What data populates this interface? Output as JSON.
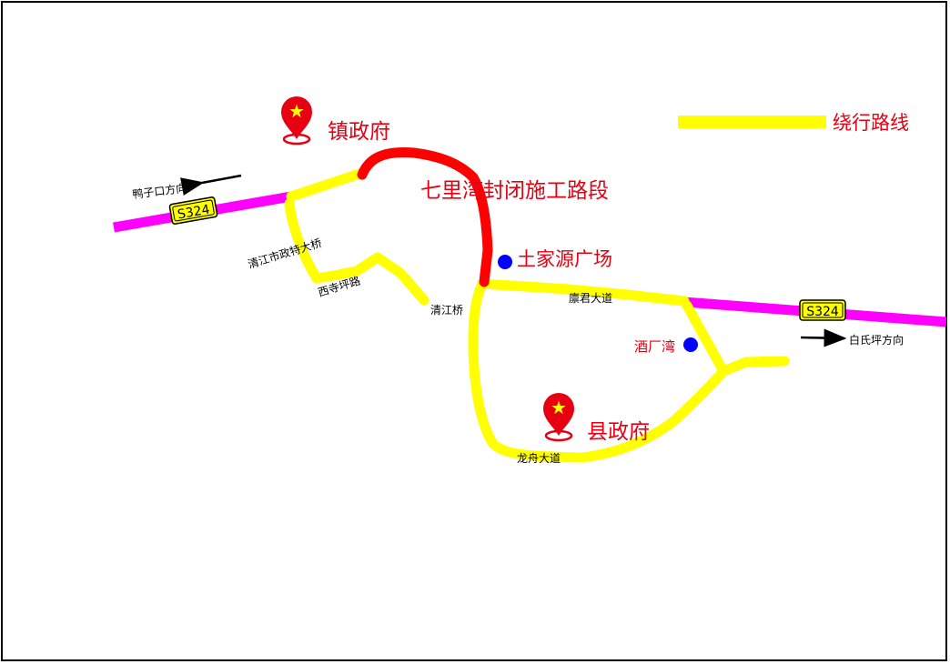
{
  "colors": {
    "detour": "#ffff00",
    "closed": "#ff0000",
    "highway": "#ff00ff",
    "poi": "#0000ff",
    "pin": "#e60012",
    "label_red": "#e60012",
    "frame": "#000000"
  },
  "legend": {
    "label": "绕行路线"
  },
  "closed_section": {
    "label": "七里湾封闭施工路段"
  },
  "highway": {
    "shield_left": "S324",
    "shield_right": "S324"
  },
  "directions": {
    "west": "鸭子口方向",
    "east": "白氏坪方向"
  },
  "landmarks": {
    "town_gov": {
      "label": "镇政府",
      "icon": "map-pin-star-icon"
    },
    "county_gov": {
      "label": "县政府",
      "icon": "map-pin-star-icon"
    },
    "tujiayuan": {
      "label": "土家源广场",
      "icon": "blue-dot-icon"
    },
    "jiuchangwan": {
      "label": "酒厂湾",
      "icon": "blue-dot-icon"
    }
  },
  "roads": {
    "qingjiang_bridge_shizheng": "清江市政特大桥",
    "xisiping_road": "西寺坪路",
    "qingjiang_bridge": "清江桥",
    "linjun_avenue": "廪君大道",
    "longzhou_avenue": "龙舟大道"
  }
}
